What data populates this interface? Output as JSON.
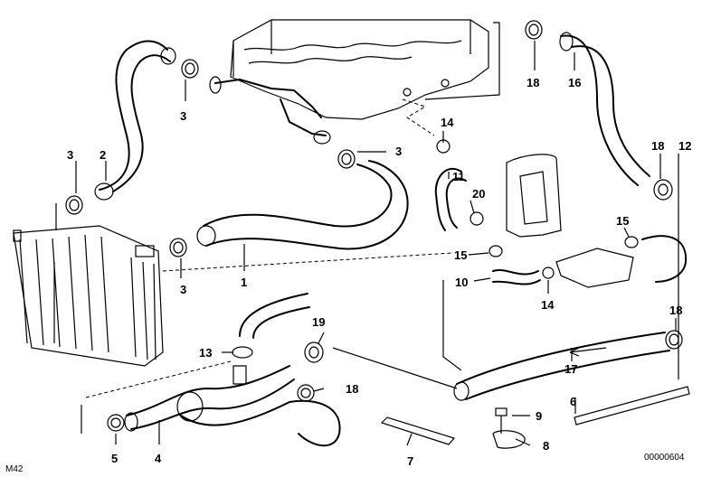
{
  "diagram": {
    "corner_code": "M42",
    "drawing_number": "00000604",
    "part_labels": {
      "p1": "1",
      "p2": "2",
      "p3a": "3",
      "p3b": "3",
      "p3c": "3",
      "p3d": "3",
      "p4": "4",
      "p5": "5",
      "p6": "6",
      "p7": "7",
      "p8": "8",
      "p9": "9",
      "p10": "10",
      "p11": "11",
      "p12": "12",
      "p13": "13",
      "p14a": "14",
      "p14b": "14",
      "p15a": "15",
      "p15b": "15",
      "p16": "16",
      "p17": "17",
      "p18a": "18",
      "p18b": "18",
      "p18c": "18",
      "p18d": "18",
      "p19": "19",
      "p20": "20"
    }
  }
}
